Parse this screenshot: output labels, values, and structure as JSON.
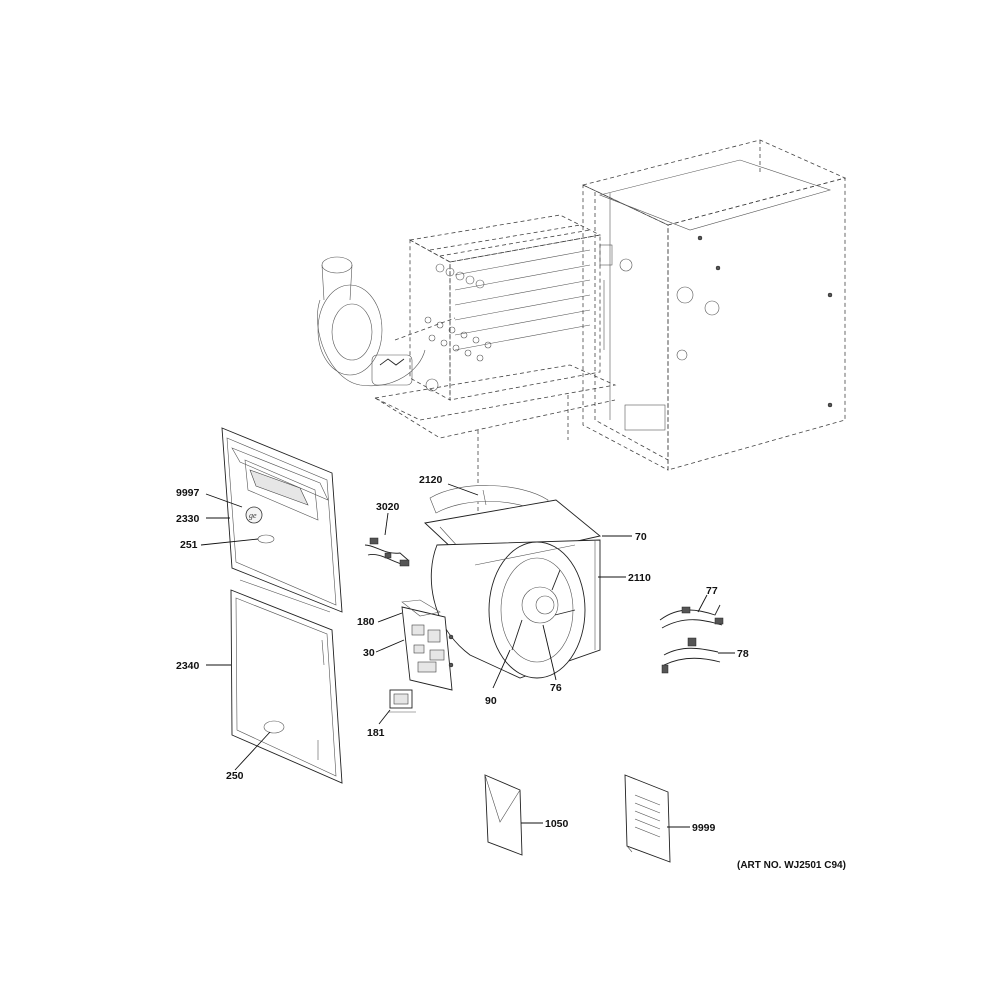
{
  "diagram": {
    "art_number": "(ART NO. WJ2501 C94)",
    "callouts": {
      "c2120": "2120",
      "c3020": "3020",
      "c70": "70",
      "c2110": "2110",
      "c77": "77",
      "c78": "78",
      "c9997": "9997",
      "c2330": "2330",
      "c251": "251",
      "c180": "180",
      "c30": "30",
      "c90": "90",
      "c76": "76",
      "c2340": "2340",
      "c181": "181",
      "c250": "250",
      "c1050": "1050",
      "c9999": "9999"
    }
  }
}
